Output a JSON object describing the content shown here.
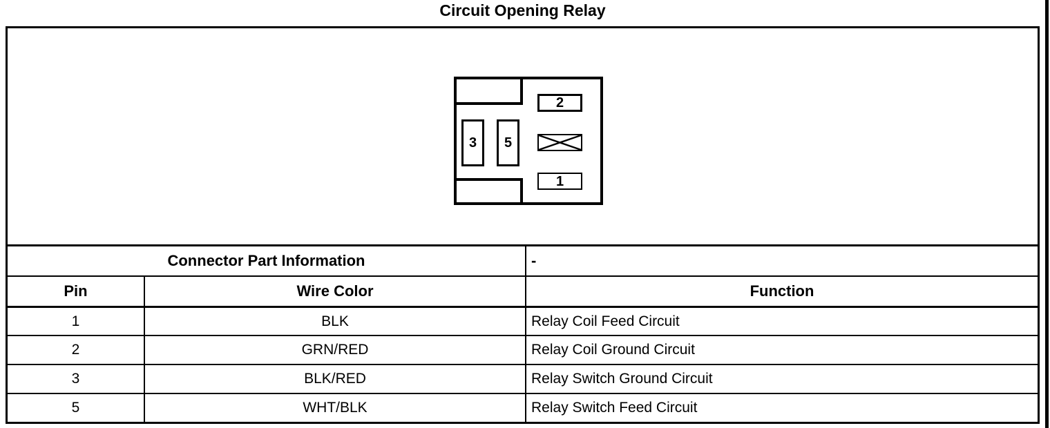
{
  "title": "Circuit Opening Relay",
  "diagram": {
    "pin_2_label": "2",
    "pin_1_label": "1",
    "pin_3_label": "3",
    "pin_5_label": "5",
    "blocked_cavity": "x-cross"
  },
  "table": {
    "part_info_label": "Connector Part Information",
    "part_info_value": "-",
    "headers": {
      "pin": "Pin",
      "wire_color": "Wire Color",
      "function": "Function"
    },
    "rows": [
      {
        "pin": "1",
        "wire_color": "BLK",
        "function": "Relay Coil Feed Circuit"
      },
      {
        "pin": "2",
        "wire_color": "GRN/RED",
        "function": "Relay Coil Ground Circuit"
      },
      {
        "pin": "3",
        "wire_color": "BLK/RED",
        "function": "Relay Switch Ground Circuit"
      },
      {
        "pin": "5",
        "wire_color": "WHT/BLK",
        "function": "Relay Switch Feed Circuit"
      }
    ]
  },
  "colors": {
    "line": "#000000",
    "background": "#ffffff"
  }
}
